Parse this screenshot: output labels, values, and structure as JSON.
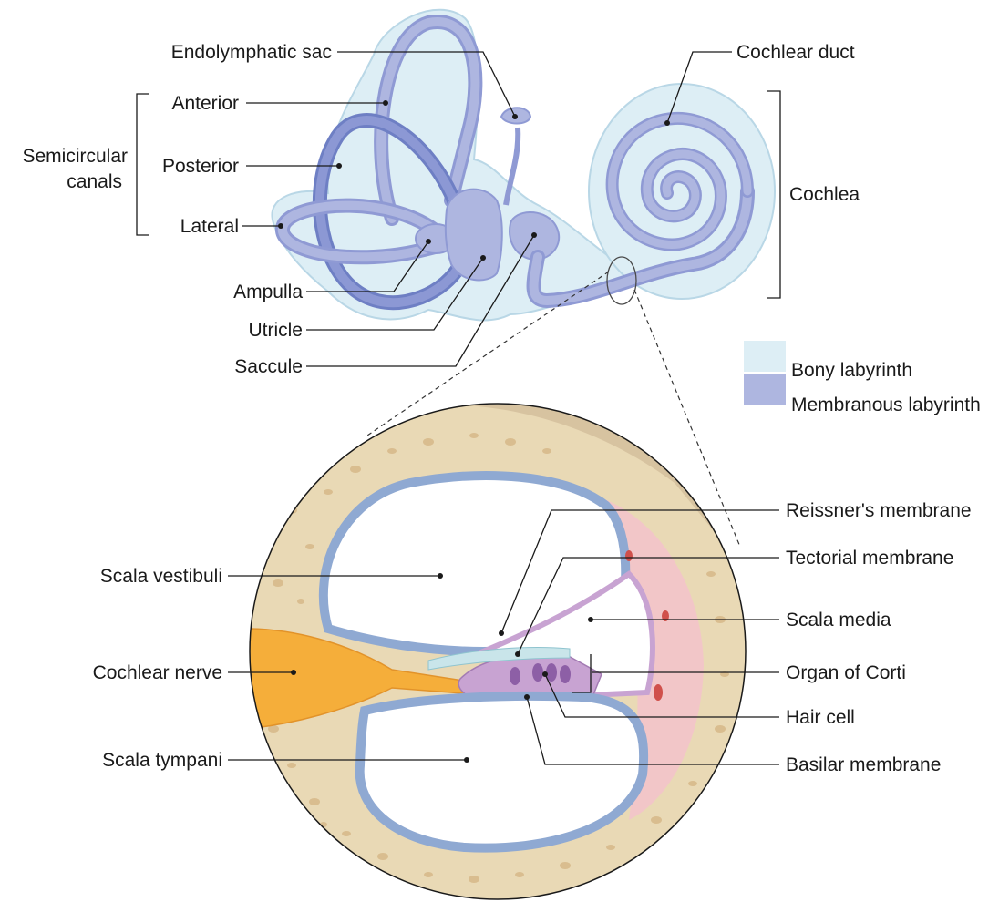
{
  "colors": {
    "bony_labyrinth": "#ddeef5",
    "membranous_labyrinth": "#aeb6e0",
    "bone": "#e9d9b5",
    "bone_dark": "#d9bd8f",
    "nerve": "#f5ae3a",
    "scala_lining": "#8fa9d2",
    "stria": "#f2c6c8",
    "organ_of_corti": "#c8a3d2"
  },
  "inner_ear_labels": {
    "endolymphatic_sac": "Endolymphatic sac",
    "cochlear_duct": "Cochlear duct",
    "semicircular_canals": [
      "Semicircular",
      "canals"
    ],
    "anterior": "Anterior",
    "posterior": "Posterior",
    "lateral": "Lateral",
    "ampulla": "Ampulla",
    "utricle": "Utricle",
    "saccule": "Saccule",
    "cochlea": "Cochlea"
  },
  "legend": [
    {
      "label": "Bony labyrinth",
      "color": "#ddeef5"
    },
    {
      "label": "Membranous labyrinth",
      "color": "#aeb6e0"
    }
  ],
  "cross_section_labels": {
    "reissners_membrane": "Reissner's membrane",
    "tectorial_membrane": "Tectorial membrane",
    "scala_media": "Scala media",
    "organ_of_corti": "Organ of Corti",
    "hair_cell": "Hair cell",
    "basilar_membrane": "Basilar membrane",
    "scala_vestibuli": "Scala vestibuli",
    "cochlear_nerve": "Cochlear nerve",
    "scala_tympani": "Scala tympani"
  }
}
